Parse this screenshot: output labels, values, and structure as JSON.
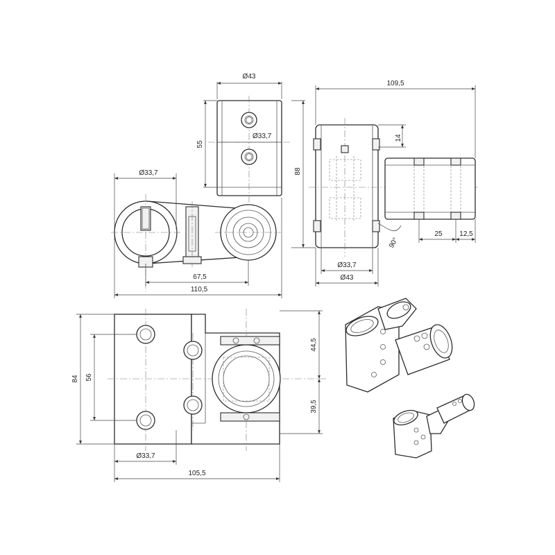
{
  "views": {
    "top_view": {
      "dims": {
        "d43_top": "Ø43",
        "d33_top": "Ø33,7",
        "h55": "55",
        "d33_left": "Ø33,7",
        "l67": "67,5",
        "l110": "110,5"
      }
    },
    "side_view": {
      "dims": {
        "w109": "109,5",
        "h14": "14",
        "h88": "88",
        "a90": "90°",
        "w25": "25",
        "w12": "12,5",
        "d33": "Ø33,7",
        "d43": "Ø43"
      }
    },
    "front_view": {
      "dims": {
        "h84": "84",
        "h56": "56",
        "h44": "44,5",
        "h39": "39,5",
        "d33": "Ø33,7",
        "w105": "105,5"
      }
    }
  },
  "colors": {
    "line": "#2a2a2a",
    "background": "#ffffff"
  }
}
